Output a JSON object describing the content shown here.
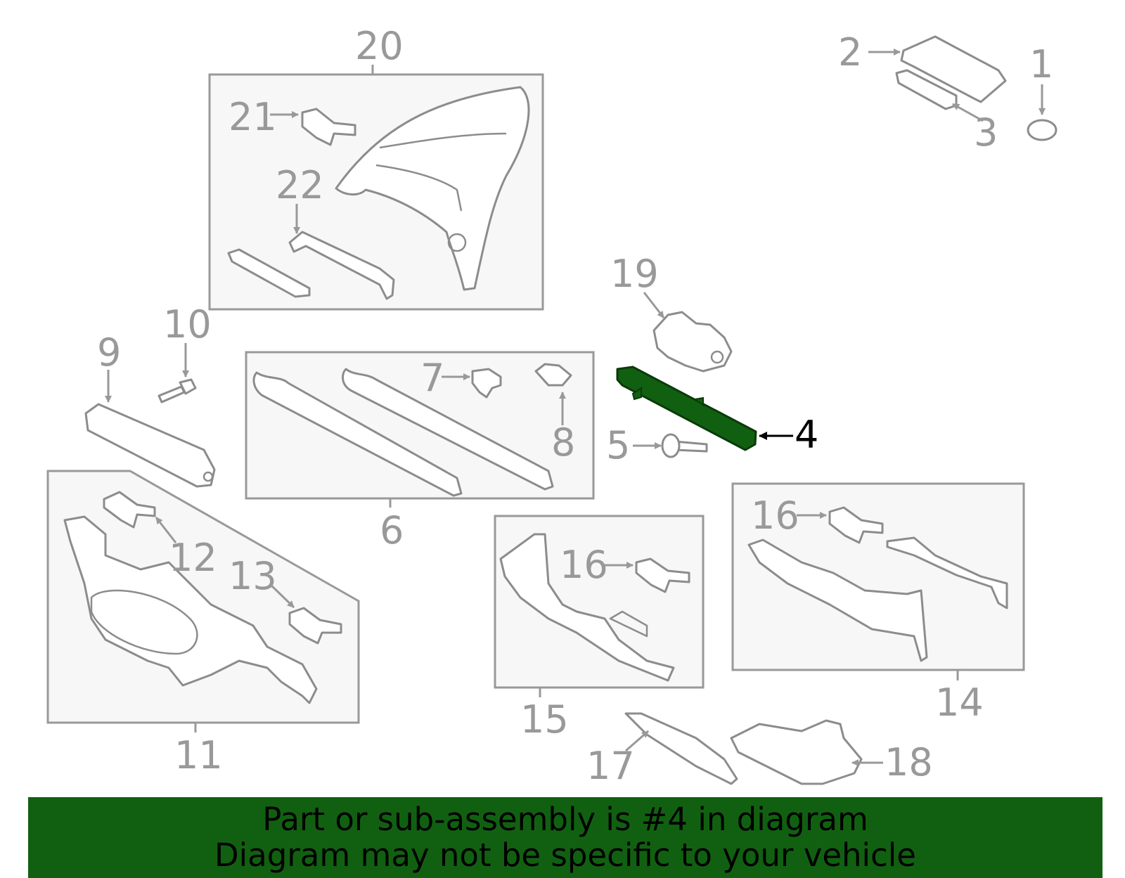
{
  "diagram": {
    "highlight_part": "4",
    "highlight_color": "#116011",
    "callouts": {
      "c1": "1",
      "c2": "2",
      "c3": "3",
      "c4": "4",
      "c5": "5",
      "c6": "6",
      "c7": "7",
      "c8": "8",
      "c9": "9",
      "c10": "10",
      "c11": "11",
      "c12": "12",
      "c13": "13",
      "c14": "14",
      "c15": "15",
      "c16a": "16",
      "c16b": "16",
      "c17": "17",
      "c18": "18",
      "c19": "19",
      "c20": "20",
      "c21": "21",
      "c22": "22"
    }
  },
  "banner": {
    "line1": "Part or sub-assembly is #4 in diagram",
    "line2": "Diagram may not be specific to your vehicle",
    "color": "#116011"
  }
}
